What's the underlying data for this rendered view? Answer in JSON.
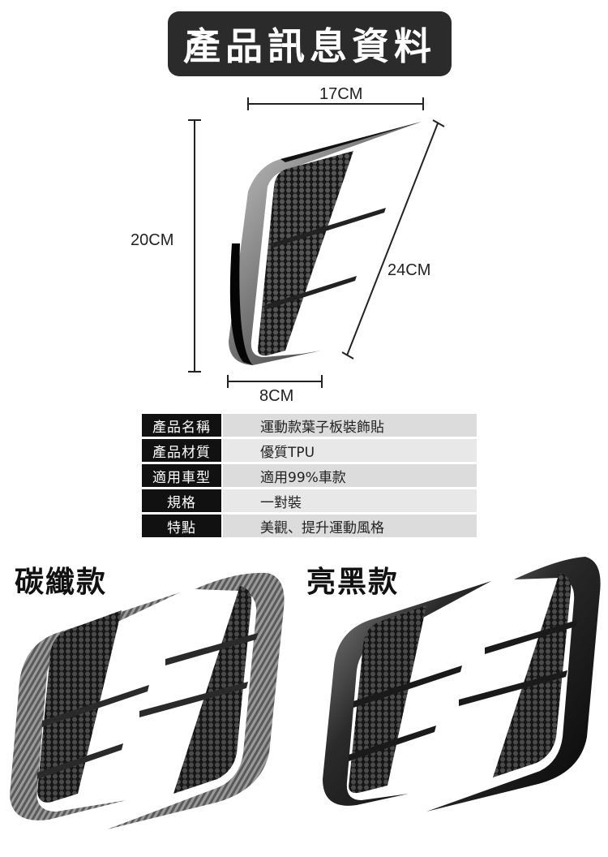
{
  "header": {
    "title": "產品訊息資料"
  },
  "dimensions": {
    "width_label": "17CM",
    "height_label": "20CM",
    "diagonal_label": "24CM",
    "base_label": "8CM"
  },
  "specs": [
    {
      "key": "產品名稱",
      "value": "運動款葉子板裝飾貼"
    },
    {
      "key": "產品材質",
      "value": "優質TPU"
    },
    {
      "key": "適用車型",
      "value": "適用99%車款"
    },
    {
      "key": "規格",
      "value": "一對裝"
    },
    {
      "key": "特點",
      "value": "美觀、提升運動風格"
    }
  ],
  "variants": [
    {
      "label": "碳纖款"
    },
    {
      "label": "亮黑款"
    }
  ]
}
